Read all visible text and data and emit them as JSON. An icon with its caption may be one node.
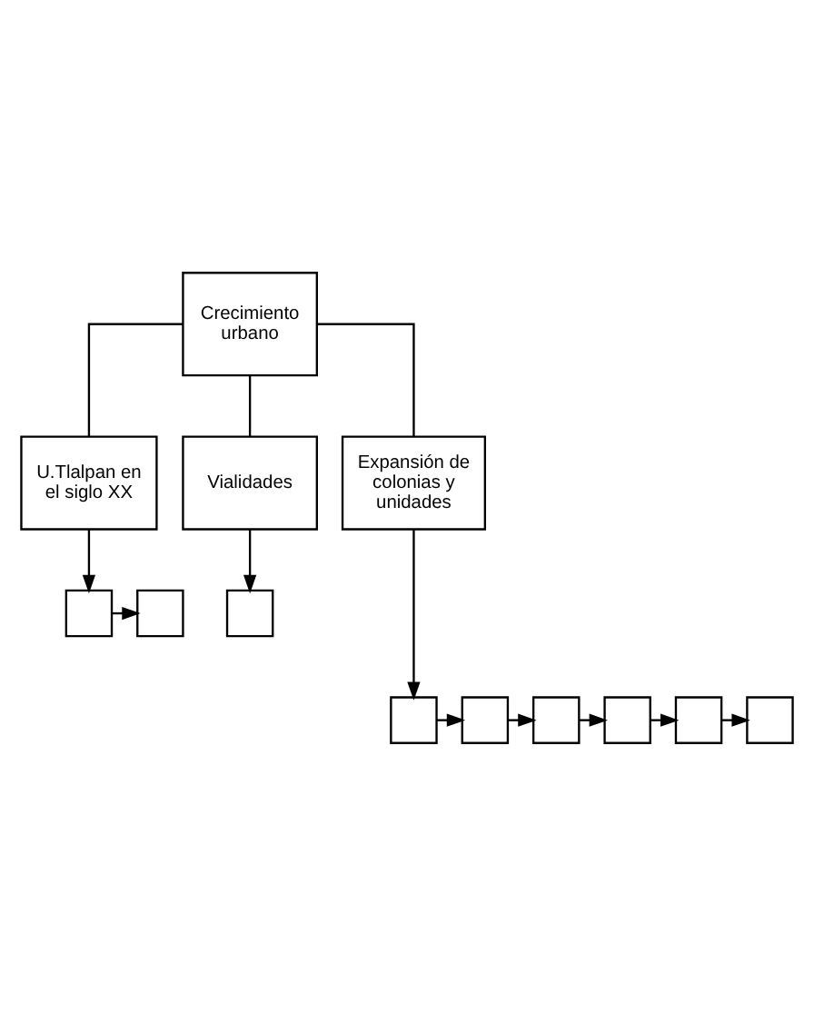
{
  "diagram": {
    "nodes": [
      {
        "text": [
          "Crecimiento urbano"
        ]
      },
      {
        "text": [
          "U.Tlalpan en el siglo XX"
        ]
      },
      {
        "text": [
          "Vialidades"
        ]
      },
      {
        "text": [
          "Expansión de colonias y unidades"
        ]
      },
      {
        "text": [],
        "shape": "box"
      },
      {
        "text": [],
        "shape": "box"
      },
      {
        "text": [],
        "shape": "box"
      },
      {
        "text": [],
        "shape": "box"
      },
      {
        "text": [],
        "shape": "box"
      },
      {
        "text": [],
        "shape": "box"
      },
      {
        "text": [],
        "shape": "box"
      },
      {
        "text": [],
        "shape": "box"
      },
      {
        "text": [],
        "shape": "box"
      }
    ],
    "edges": [
      {
        "from": 0,
        "to": 1,
        "arrow": "none"
      },
      {
        "from": 0,
        "to": 2,
        "arrow": "none"
      },
      {
        "from": 0,
        "to": 3,
        "arrow": "none"
      },
      {
        "from": 1,
        "to": 4,
        "arrow": "to"
      },
      {
        "from": 4,
        "to": 5,
        "arrow": "to"
      },
      {
        "from": 2,
        "to": 6,
        "arrow": "to"
      },
      {
        "from": 3,
        "to": 7,
        "arrow": "to"
      },
      {
        "from": 7,
        "to": 8,
        "arrow": "to"
      },
      {
        "from": 8,
        "to": 9,
        "arrow": "to"
      },
      {
        "from": 9,
        "to": 10,
        "arrow": "to"
      },
      {
        "from": 10,
        "to": 11,
        "arrow": "to"
      },
      {
        "from": 11,
        "to": 12,
        "arrow": "to"
      }
    ]
  }
}
